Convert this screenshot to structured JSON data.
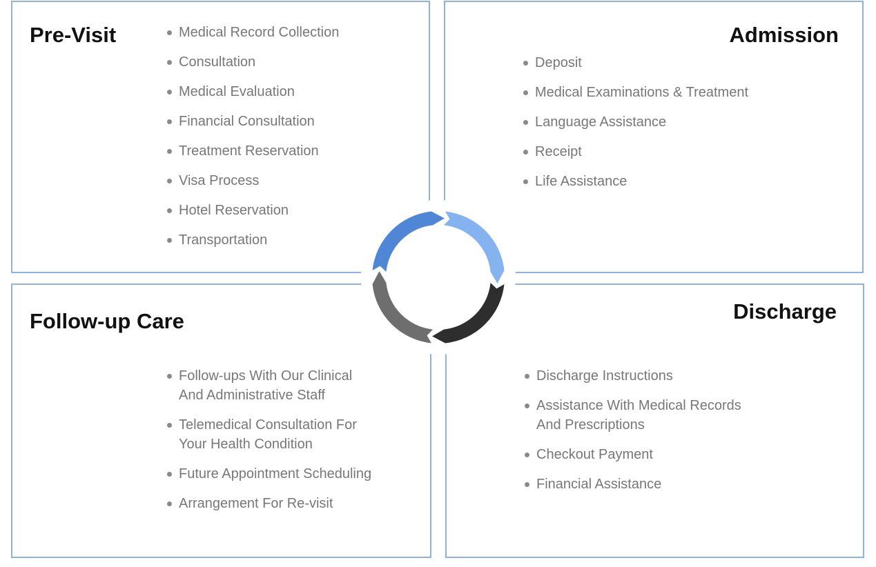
{
  "quadrants": {
    "pre_visit": {
      "title": "Pre-Visit",
      "items": [
        "Medical Record Collection",
        "Consultation",
        "Medical Evaluation",
        "Financial Consultation",
        "Treatment Reservation",
        "Visa Process",
        "Hotel Reservation",
        "Transportation"
      ]
    },
    "admission": {
      "title": "Admission",
      "items": [
        "Deposit",
        "Medical Examinations & Treatment",
        "Language Assistance",
        "Receipt",
        "Life Assistance"
      ]
    },
    "follow_up": {
      "title": "Follow-up Care",
      "items": [
        [
          "Follow-ups With Our Clinical",
          "And Administrative Staff"
        ],
        [
          "Telemedical Consultation For",
          "Your Health Condition"
        ],
        [
          "Future Appointment Scheduling"
        ],
        [
          "Arrangement For Re-visit"
        ]
      ]
    },
    "discharge": {
      "title": "Discharge",
      "items": [
        [
          "Discharge Instructions"
        ],
        [
          "Assistance With Medical Records",
          "And Prescriptions"
        ],
        [
          "Checkout Payment"
        ],
        [
          "Financial Assistance"
        ]
      ]
    }
  },
  "cycle": {
    "segment_colors": [
      "#4f86d6",
      "#85b3ef",
      "#2e2e2e",
      "#6e6e6e"
    ]
  }
}
